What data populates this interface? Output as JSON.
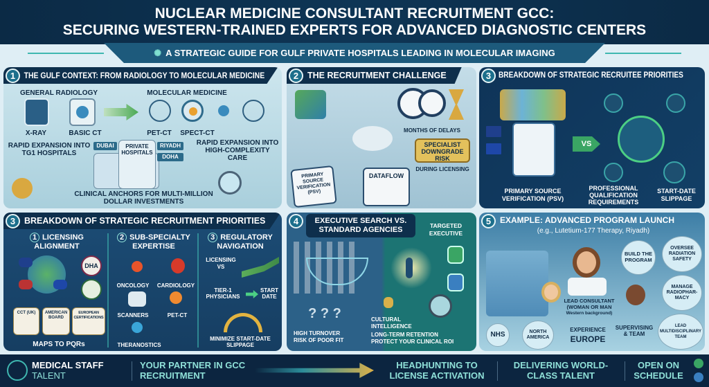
{
  "header": {
    "title_line1": "NUCLEAR MEDICINE CONSULTANT RECRUITMENT GCC:",
    "title_line2": "SECURING WESTERN-TRAINED EXPERTS FOR ADVANCED DIAGNOSTIC CENTERS",
    "subtitle": "A STRATEGIC GUIDE FOR GULF PRIVATE HOSPITALS LEADING IN MOLECULAR IMAGING"
  },
  "panel1": {
    "num": "1",
    "title": "THE GULF CONTEXT: FROM RADIOLOGY TO MOLECULAR MEDICINE",
    "general": "GENERAL RADIOLOGY",
    "molecular": "MOLECULAR MEDICINE",
    "xray": "X-RAY",
    "basic_ct": "BASIC CT",
    "pet_ct": "PET-CT",
    "spect_ct": "SPECT-CT",
    "left_note": "RAPID EXPANSION INTO TG1 HOSPITALS",
    "right_note": "RAPID EXPANSION INTO HIGH-COMPLEXITY CARE",
    "private": "PRIVATE HOSPITALS",
    "dubai": "DUBAI",
    "riyadh": "RIYADH",
    "doha": "DOHA",
    "anchor": "CLINICAL ANCHORS FOR MULTI-MILLION DOLLAR INVESTMENTS"
  },
  "panel2": {
    "num": "2",
    "title": "THE RECRUITMENT CHALLENGE",
    "delays": "MONTHS OF DELAYS",
    "risk": "SPECIALIST DOWNGRADE RISK",
    "during": "DURING LICENSING",
    "psv": "PRIMARY SOURCE VERIFICATION (PSV)",
    "dataflow": "DATAFLOW"
  },
  "panel3": {
    "num": "3",
    "title": "BREAKDOWN OF STRATEGIC RECRUITEE PRIORITIES",
    "vs": "VS",
    "psv": "PRIMARY SOURCE VERIFICATION (PSV)",
    "pqr": "PROFESSIONAL QUALIFICATION REQUIREMENTS",
    "slip": "START-DATE SLIPPAGE"
  },
  "panel4": {
    "num": "3",
    "title": "BREAKDOWN OF STRATEGIC RECRUITMENT PRIORITIES",
    "col1": {
      "num": "1",
      "title": "LICENSING ALIGNMENT",
      "dha": "DHA",
      "cct": "CCT (UK)",
      "american": "AMERICAN BOARD",
      "european": "EUROPEAN CERTIFICATIONS",
      "maps": "MAPS TO PQRs"
    },
    "col2": {
      "num": "2",
      "title": "SUB-SPECIALTY EXPERTISE",
      "oncology": "ONCOLOGY",
      "cardiology": "CARDIOLOGY",
      "scanners": "SCANNERS",
      "petct": "PET-CT",
      "theranostics": "THERANOSTICS"
    },
    "col3": {
      "num": "3",
      "title": "REGULATORY NAVIGATION",
      "licensing": "LICENSING VS",
      "tier": "TIER-1 PHYSICIANS",
      "start": "START DATE",
      "minimize": "MINIMIZE START-DATE SLIPPAGE"
    }
  },
  "panel5": {
    "num": "4",
    "title": "EXECUTIVE SEARCH VS. STANDARD AGENCIES",
    "targeted": "TARGETED EXECUTIVE",
    "left_bullets": [
      "HIGH TURNOVER",
      "RISK OF POOR FIT"
    ],
    "right_bullets": [
      "CULTURAL INTELLIGENCE",
      "LONG-TERM RETENTION",
      "PROTECT YOUR CLINICAL ROI"
    ]
  },
  "panel6": {
    "num": "5",
    "title": "EXAMPLE: ADVANCED PROGRAM LAUNCH",
    "subtitle": "(e.g., Lutetium-177 Therapy, Riyadh)",
    "lead": "LEAD CONSULTANT",
    "lead_sub1": "(WOMAN OR MAN",
    "lead_sub2": "Western background)",
    "build": "BUILD THE PROGRAM",
    "oversee": "OVERSEE RADIATION SAFETY",
    "manage": "MANAGE RADIOPHAR-MACY",
    "leadteam": "LEAD MULTIDISCIPLINARY TEAM",
    "supervising": "SUPERVISING & TEAM",
    "nhs": "NHS",
    "na": "NORTH AMERICA",
    "experience": "EXPERIENCE",
    "europe": "EUROPE"
  },
  "footer": {
    "brand1": "MEDICAL STAFF",
    "brand2": "TALENT",
    "partner": "YOUR PARTNER IN GCC RECRUITMENT",
    "headhunting": "HEADHUNTING TO LICENSE ACTIVATION",
    "delivering": "DELIVERING WORLD-CLASS TALENT",
    "open": "OPEN ON SCHEDULE"
  },
  "colors": {
    "navy": "#0e2f4c",
    "teal": "#1c6f8c",
    "accent": "#3fb7b0",
    "gold": "#d9b04a"
  }
}
